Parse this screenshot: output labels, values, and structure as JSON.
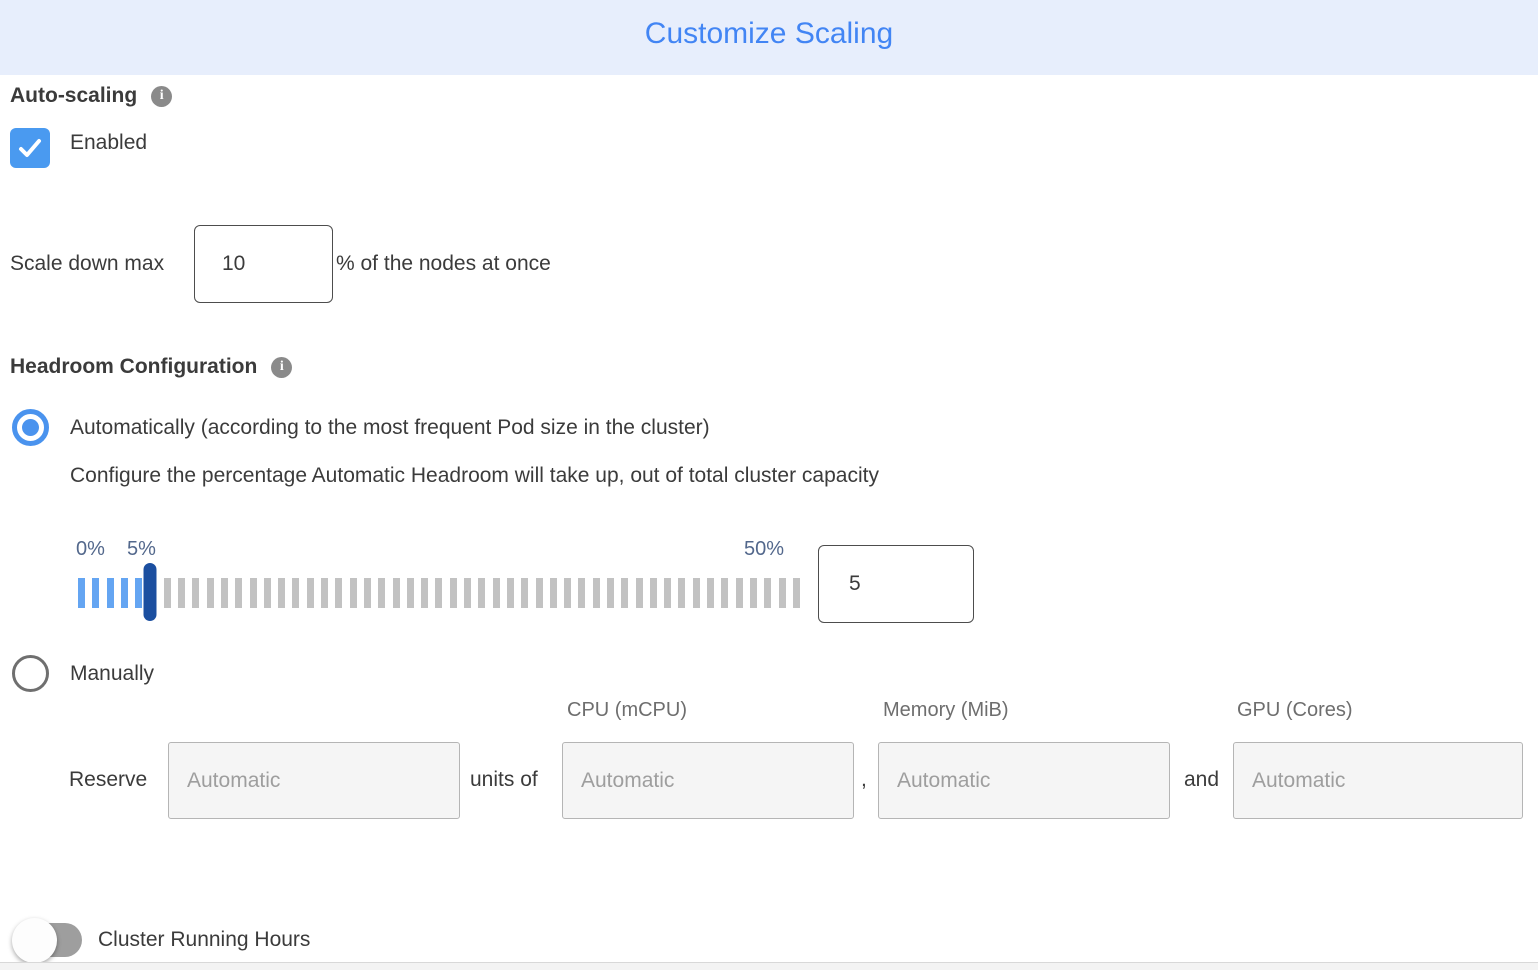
{
  "header": {
    "title": "Customize Scaling"
  },
  "auto_scaling": {
    "label": "Auto-scaling",
    "info_icon": "info-icon",
    "enabled_label": "Enabled",
    "checked": true
  },
  "scale_down": {
    "label": "Scale down max",
    "value": "10",
    "suffix": "% of the nodes at once"
  },
  "headroom": {
    "label": "Headroom Configuration",
    "info_icon": "info-icon",
    "automatic_option": {
      "label": "Automatically (according to the most frequent Pod size in the cluster)",
      "description": "Configure the percentage Automatic Headroom will take up, out of total cluster capacity",
      "selected": true
    },
    "slider": {
      "min": 0,
      "max": 50,
      "value": 5,
      "min_label": "0%",
      "current_label": "5%",
      "max_label": "50%",
      "input_value": "5"
    },
    "manual_option": {
      "label": "Manually",
      "selected": false
    }
  },
  "reserve": {
    "label": "Reserve",
    "units_of_label": "units of",
    "comma_label": ",",
    "and_label": "and",
    "columns": [
      "CPU (mCPU)",
      "Memory (MiB)",
      "GPU (Cores)"
    ],
    "placeholder": "Automatic"
  },
  "cluster_running_hours": {
    "label": "Cluster Running Hours",
    "enabled": false
  },
  "colors": {
    "header_bg": "#e7eefc",
    "title_blue": "#4285f4",
    "checkbox_blue": "#4a9af0",
    "radio_blue": "#4a93ee",
    "slider_tick_active": "#64a5f2",
    "slider_tick_inactive": "#c2c2c2",
    "slider_handle": "#1b4fa0",
    "slider_label": "#53688c",
    "toggle_track_off": "#9e9e9e"
  }
}
